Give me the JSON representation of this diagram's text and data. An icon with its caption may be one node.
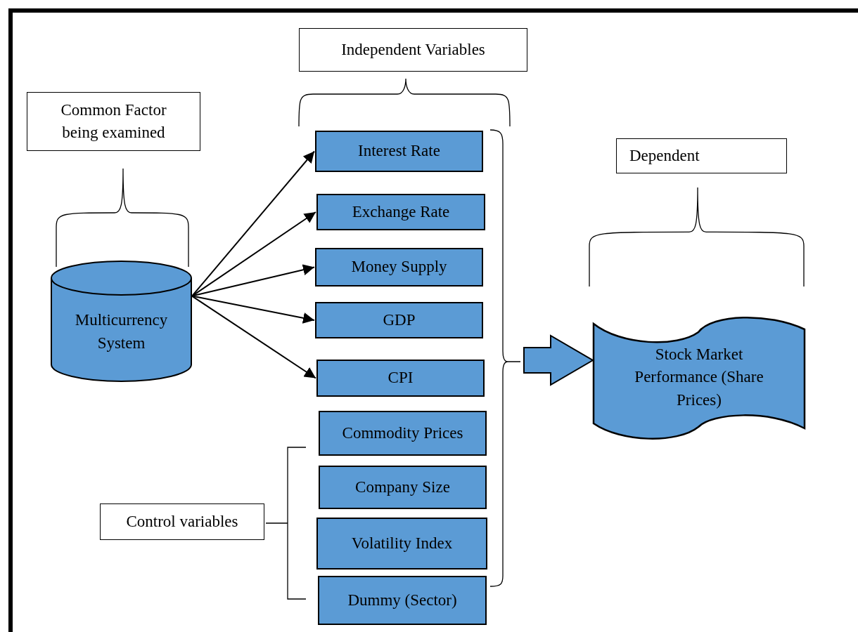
{
  "diagram": {
    "nodes": [
      {
        "text": [
          "Common Factor being examined"
        ]
      },
      {
        "text": [
          "Independent Variables"
        ]
      },
      {
        "text": [
          "Dependent"
        ]
      },
      {
        "text": [
          "Multicurrency System"
        ]
      },
      {
        "text": [
          "Interest Rate"
        ]
      },
      {
        "text": [
          "Exchange Rate"
        ]
      },
      {
        "text": [
          "Money Supply"
        ]
      },
      {
        "text": [
          "GDP"
        ]
      },
      {
        "text": [
          "CPI"
        ]
      },
      {
        "text": [
          "Commodity Prices"
        ]
      },
      {
        "text": [
          "Company Size"
        ]
      },
      {
        "text": [
          "Volatility Index"
        ]
      },
      {
        "text": [
          "Dummy (Sector)"
        ]
      },
      {
        "text": [
          "Control variables"
        ]
      },
      {
        "text": [
          "Stock Market Performance (Share Prices)"
        ]
      }
    ],
    "edges": [
      {
        "from": 3,
        "to": 4,
        "arrow": "to"
      },
      {
        "from": 3,
        "to": 5,
        "arrow": "to"
      },
      {
        "from": 3,
        "to": 6,
        "arrow": "to"
      },
      {
        "from": 3,
        "to": 7,
        "arrow": "to"
      },
      {
        "from": 3,
        "to": 8,
        "arrow": "to"
      },
      {
        "from": null,
        "to": 14,
        "arrow": "to",
        "style": "thick"
      }
    ]
  }
}
